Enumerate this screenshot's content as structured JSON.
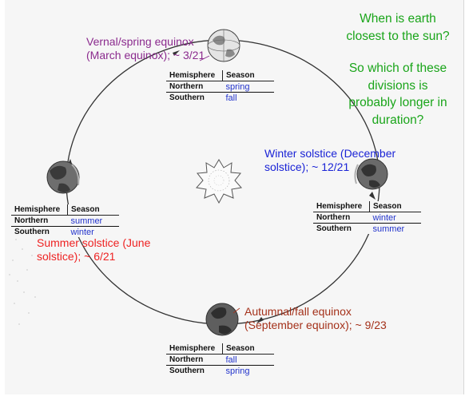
{
  "colors": {
    "purple": "#8b2b8e",
    "green": "#1aa51a",
    "blue": "#1a23d6",
    "red": "#ee2222",
    "brown": "#a4311a",
    "value_blue": "#2233cc"
  },
  "questions": {
    "line1": "When is earth",
    "line2": "closest to the sun?",
    "line3": "So which of these",
    "line4": "divisions is",
    "line5": "probably longer in",
    "line6": "duration?"
  },
  "labels": {
    "vernal_line1": "Vernal/spring equinox",
    "vernal_line2": "(March equinox); ~ 3/21",
    "winter_line1": "Winter solstice (December",
    "winter_line2": "solstice); ~ 12/21",
    "summer_line1": "Summer solstice (June",
    "summer_line2": "solstice); ~ 6/21",
    "autumnal_line1": "Autumnal/fall equinox",
    "autumnal_line2": "(September equinox); ~ 9/23"
  },
  "table_headers": {
    "hemisphere": "Hemisphere",
    "season": "Season",
    "northern": "Northern",
    "southern": "Southern"
  },
  "tables": {
    "top": {
      "northern": "spring",
      "southern": "fall"
    },
    "left": {
      "northern": "summer",
      "southern": "winter"
    },
    "right": {
      "northern": "winter",
      "southern": "summer"
    },
    "bottom": {
      "northern": "fall",
      "southern": "spring"
    }
  }
}
